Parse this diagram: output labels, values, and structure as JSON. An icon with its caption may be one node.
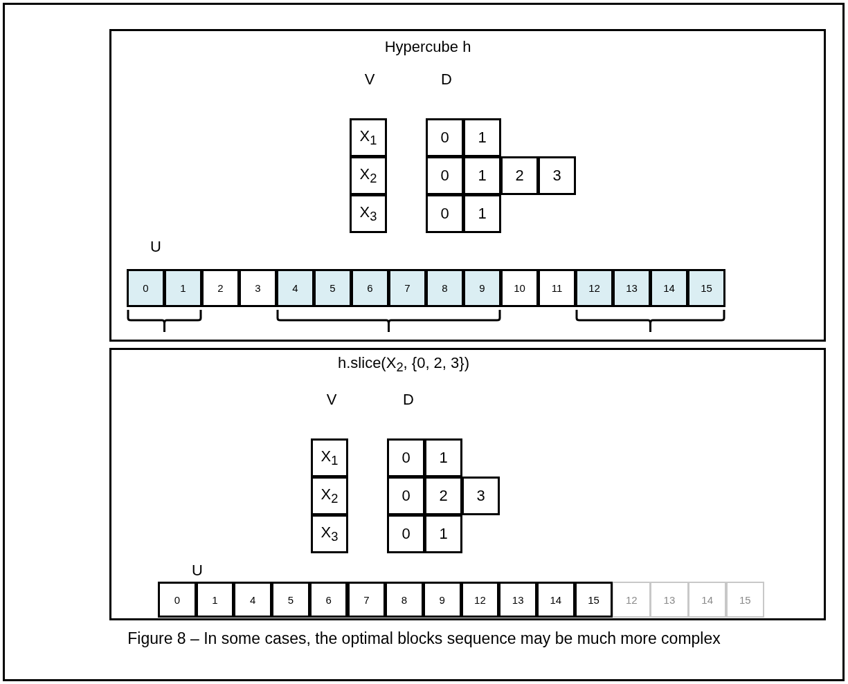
{
  "diagram": {
    "caption": "Figure 8 – In some cases, the optimal blocks sequence may be much more complex",
    "nodes": [
      {
        "text": [
          "Hypercube h"
        ]
      },
      {
        "text": [
          "X$_{1}$"
        ],
        "in": 0
      },
      {
        "text": [
          "X$_{2}$"
        ],
        "in": 0
      },
      {
        "text": [
          "X$_{3}$"
        ],
        "in": 0
      },
      {
        "text": [
          "0"
        ],
        "in": 0
      },
      {
        "text": [
          "1"
        ],
        "in": 0
      },
      {
        "text": [
          "0"
        ],
        "in": 0
      },
      {
        "text": [
          "1"
        ],
        "in": 0
      },
      {
        "text": [
          "2"
        ],
        "in": 0
      },
      {
        "text": [
          "3"
        ],
        "in": 0
      },
      {
        "text": [
          "0"
        ],
        "in": 0
      },
      {
        "text": [
          "1"
        ],
        "in": 0
      },
      {
        "text": [
          "0"
        ],
        "in": 0
      },
      {
        "text": [
          "1"
        ],
        "in": 0
      },
      {
        "text": [
          "2"
        ],
        "in": 0
      },
      {
        "text": [
          "3"
        ],
        "in": 0
      },
      {
        "text": [
          "4"
        ],
        "in": 0
      },
      {
        "text": [
          "5"
        ],
        "in": 0
      },
      {
        "text": [
          "6"
        ],
        "in": 0
      },
      {
        "text": [
          "7"
        ],
        "in": 0
      },
      {
        "text": [
          "8"
        ],
        "in": 0
      },
      {
        "text": [
          "9"
        ],
        "in": 0
      },
      {
        "text": [
          "10"
        ],
        "in": 0
      },
      {
        "text": [
          "11"
        ],
        "in": 0
      },
      {
        "text": [
          "12"
        ],
        "in": 0
      },
      {
        "text": [
          "13"
        ],
        "in": 0
      },
      {
        "text": [
          "14"
        ],
        "in": 0
      },
      {
        "text": [
          "15"
        ],
        "in": 0
      },
      {
        "text": [
          "h.slice(X$_{2}$, {0, 2, 3})"
        ]
      },
      {
        "text": [
          "X$_{1}$"
        ],
        "in": 28
      },
      {
        "text": [
          "X$_{2}$"
        ],
        "in": 28
      },
      {
        "text": [
          "X$_{3}$"
        ],
        "in": 28
      },
      {
        "text": [
          "0"
        ],
        "in": 28
      },
      {
        "text": [
          "1"
        ],
        "in": 28
      },
      {
        "text": [
          "0"
        ],
        "in": 28
      },
      {
        "text": [
          "2"
        ],
        "in": 28
      },
      {
        "text": [
          "3"
        ],
        "in": 28
      },
      {
        "text": [
          "0"
        ],
        "in": 28
      },
      {
        "text": [
          "1"
        ],
        "in": 28
      },
      {
        "text": [
          "0"
        ],
        "in": 28
      },
      {
        "text": [
          "1"
        ],
        "in": 28
      },
      {
        "text": [
          "4"
        ],
        "in": 28
      },
      {
        "text": [
          "5"
        ],
        "in": 28
      },
      {
        "text": [
          "6"
        ],
        "in": 28
      },
      {
        "text": [
          "7"
        ],
        "in": 28
      },
      {
        "text": [
          "8"
        ],
        "in": 28
      },
      {
        "text": [
          "9"
        ],
        "in": 28
      },
      {
        "text": [
          "12"
        ],
        "in": 28
      },
      {
        "text": [
          "13"
        ],
        "in": 28
      },
      {
        "text": [
          "14"
        ],
        "in": 28
      },
      {
        "text": [
          "15"
        ],
        "in": 28
      },
      {
        "text": [
          "12"
        ],
        "in": 28
      },
      {
        "text": [
          "13"
        ],
        "in": 28
      },
      {
        "text": [
          "14"
        ],
        "in": 28
      },
      {
        "text": [
          "15"
        ],
        "in": 28
      }
    ],
    "labels": [
      "V",
      "D",
      "U",
      "V",
      "D",
      "U"
    ]
  }
}
